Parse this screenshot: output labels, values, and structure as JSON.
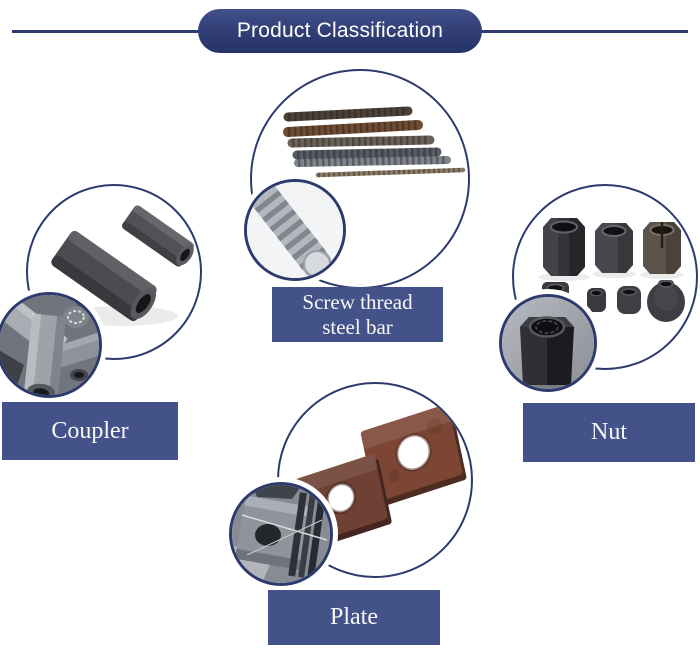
{
  "header": {
    "title": "Product Classification"
  },
  "products": {
    "screw_thread_steel_bar": {
      "label_line1": "Screw thread",
      "label_line2": "steel bar",
      "photo": "threaded-steel-bars-photo",
      "closeup": "threaded-bar-closeup-photo"
    },
    "coupler": {
      "label": "Coupler",
      "photo": "rebar-couplers-photo",
      "closeup": "coupler-pile-closeup-photo"
    },
    "nut": {
      "label": "Nut",
      "photo": "steel-nuts-photo",
      "closeup": "hex-nut-closeup-photo"
    },
    "plate": {
      "label": "Plate",
      "photo": "anchor-plates-photo",
      "closeup": "stacked-plates-closeup-photo"
    }
  },
  "colors": {
    "navy_header": "#2e3b6e",
    "label_background": "#44528a",
    "label_text": "#f7f7f7",
    "circle_border": "#2c3a6e",
    "page_background": "#ffffff"
  }
}
